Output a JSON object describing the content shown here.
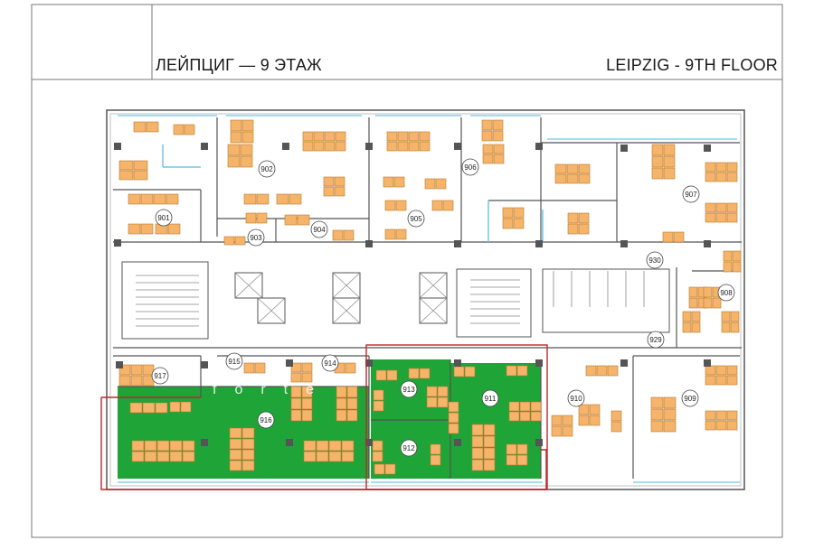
{
  "header": {
    "title_ru": "ЛЕЙПЦИГ — 9 ЭТАЖ",
    "title_en": "LEIPZIG - 9TH FLOOR"
  },
  "watermark": "forte",
  "rooms": [
    {
      "id": "r901",
      "label": "901"
    },
    {
      "id": "r902",
      "label": "902"
    },
    {
      "id": "r903",
      "label": "903"
    },
    {
      "id": "r904",
      "label": "904"
    },
    {
      "id": "r905",
      "label": "905"
    },
    {
      "id": "r906",
      "label": "906"
    },
    {
      "id": "r907",
      "label": "907"
    },
    {
      "id": "r908",
      "label": "908"
    },
    {
      "id": "r909",
      "label": "909"
    },
    {
      "id": "r910",
      "label": "910"
    },
    {
      "id": "r911",
      "label": "911"
    },
    {
      "id": "r912",
      "label": "912"
    },
    {
      "id": "r913",
      "label": "913"
    },
    {
      "id": "r914",
      "label": "914"
    },
    {
      "id": "r915",
      "label": "915"
    },
    {
      "id": "r916",
      "label": "916"
    },
    {
      "id": "r917",
      "label": "917"
    },
    {
      "id": "r929",
      "label": "929"
    },
    {
      "id": "r930",
      "label": "930"
    }
  ],
  "highlighted_rooms": [
    "911",
    "912",
    "913",
    "916"
  ],
  "colors": {
    "highlight": "#1fa437",
    "desk": "#f5b469",
    "desk_stroke": "#b87a2e",
    "wall": "#555555",
    "selection": "#c0272d",
    "glass": "#6fc6e8"
  }
}
